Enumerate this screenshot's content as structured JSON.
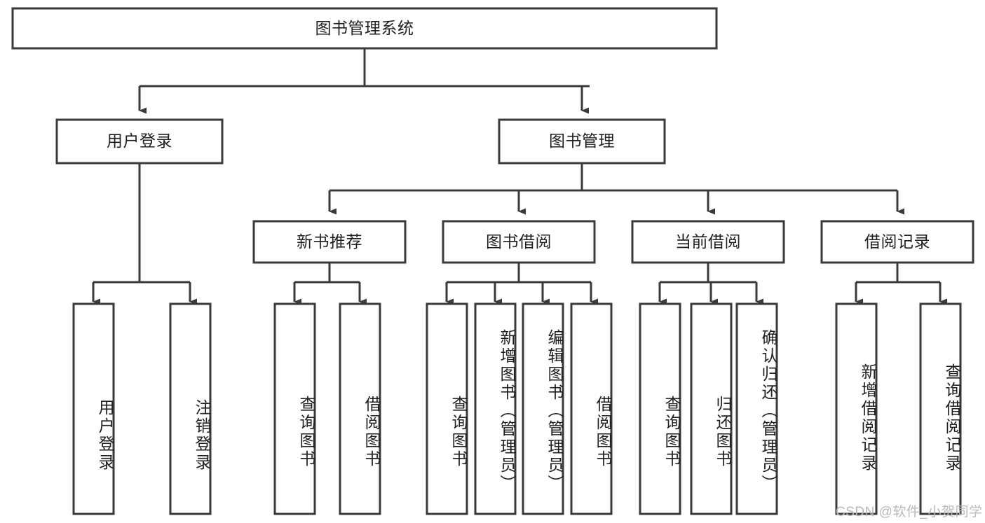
{
  "diagram": {
    "title": "图书管理系统",
    "type": "tree-hierarchy",
    "orientation": "top-down",
    "colors": {
      "stroke": "#3a3a3a",
      "fill": "#ffffff",
      "text": "#1f1f1f",
      "watermark": "#b9b9b9"
    },
    "root": {
      "label": "图书管理系统"
    },
    "level2": [
      {
        "label": "用户登录"
      },
      {
        "label": "图书管理"
      }
    ],
    "level3": [
      {
        "label": "新书推荐"
      },
      {
        "label": "图书借阅"
      },
      {
        "label": "当前借阅"
      },
      {
        "label": "借阅记录"
      }
    ],
    "leaves": {
      "user_login": [
        {
          "label": "用户登录"
        },
        {
          "label": "注销登录"
        }
      ],
      "new_book_recommend": [
        {
          "label": "查询图书"
        },
        {
          "label": "借阅图书"
        }
      ],
      "book_borrow": [
        {
          "label": "查询图书"
        },
        {
          "label": "新增图书（管理员）"
        },
        {
          "label": "编辑图书（管理员）"
        },
        {
          "label": "借阅图书"
        }
      ],
      "current_borrow": [
        {
          "label": "查询图书"
        },
        {
          "label": "归还图书"
        },
        {
          "label": "确认归还（管理员）"
        }
      ],
      "borrow_record": [
        {
          "label": "新增借阅记录"
        },
        {
          "label": "查询借阅记录"
        }
      ]
    }
  },
  "watermark": {
    "text": "CSDN @软件_小贺同学"
  }
}
